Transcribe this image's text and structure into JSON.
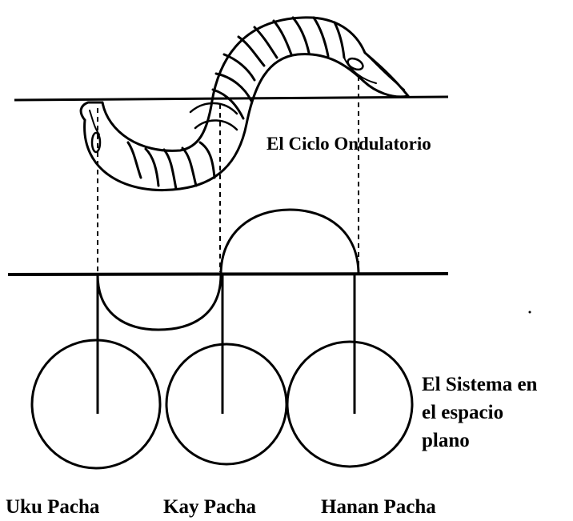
{
  "diagram": {
    "label_wave": "El Ciclo Ondulatorio",
    "label_system": {
      "line1": "El Sistema en",
      "line2": "el espacio",
      "line3": "plano"
    },
    "worlds": [
      {
        "label": "Uku Pacha"
      },
      {
        "label": "Kay Pacha"
      },
      {
        "label": "Hanan Pacha"
      }
    ],
    "colors": {
      "ink": "#000000",
      "background": "#ffffff"
    },
    "icons": [
      "serpent-icon"
    ]
  }
}
